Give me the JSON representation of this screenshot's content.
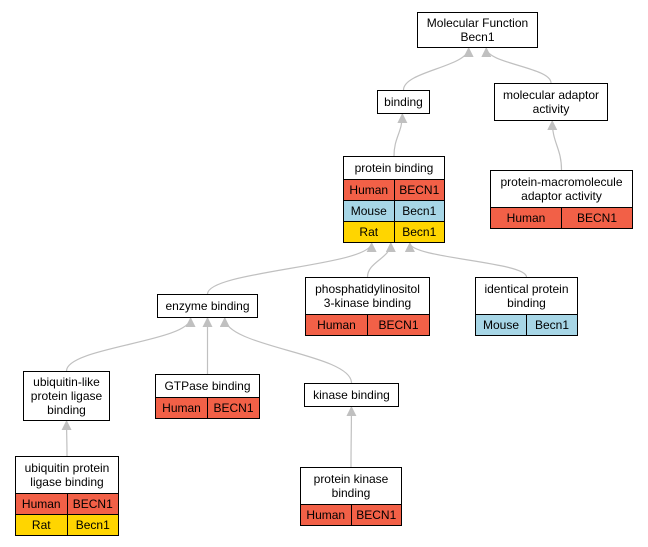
{
  "colors": {
    "human": "#f26047",
    "mouse": "#a7d6e6",
    "rat": "#ffd500",
    "edge": "#c0c0c0"
  },
  "nodes": {
    "molecular_function": {
      "title": "Molecular Function\nBecn1",
      "rows": []
    },
    "binding": {
      "title": "binding",
      "rows": []
    },
    "molecular_adaptor_activity": {
      "title": "molecular adaptor\nactivity",
      "rows": []
    },
    "protein_binding": {
      "title": "protein binding",
      "rows": [
        {
          "species": "Human",
          "gene": "BECN1"
        },
        {
          "species": "Mouse",
          "gene": "Becn1"
        },
        {
          "species": "Rat",
          "gene": "Becn1"
        }
      ]
    },
    "protein_macromolecule_adaptor_activity": {
      "title": "protein-macromolecule\nadaptor activity",
      "rows": [
        {
          "species": "Human",
          "gene": "BECN1"
        }
      ]
    },
    "enzyme_binding": {
      "title": "enzyme binding",
      "rows": []
    },
    "pi3k_binding": {
      "title": "phosphatidylinositol\n3-kinase binding",
      "rows": [
        {
          "species": "Human",
          "gene": "BECN1"
        }
      ]
    },
    "identical_protein_binding": {
      "title": "identical protein\nbinding",
      "rows": [
        {
          "species": "Mouse",
          "gene": "Becn1"
        }
      ]
    },
    "ubiquitin_like_protein_ligase_binding": {
      "title": "ubiquitin-like\nprotein ligase\nbinding",
      "rows": []
    },
    "gtpase_binding": {
      "title": "GTPase binding",
      "rows": [
        {
          "species": "Human",
          "gene": "BECN1"
        }
      ]
    },
    "kinase_binding": {
      "title": "kinase binding",
      "rows": []
    },
    "ubiquitin_protein_ligase_binding": {
      "title": "ubiquitin protein\nligase binding",
      "rows": [
        {
          "species": "Human",
          "gene": "BECN1"
        },
        {
          "species": "Rat",
          "gene": "Becn1"
        }
      ]
    },
    "protein_kinase_binding": {
      "title": "protein kinase\nbinding",
      "rows": [
        {
          "species": "Human",
          "gene": "BECN1"
        }
      ]
    }
  },
  "edges": [
    {
      "from": "binding",
      "to": "molecular_function"
    },
    {
      "from": "molecular_adaptor_activity",
      "to": "molecular_function"
    },
    {
      "from": "protein_binding",
      "to": "binding"
    },
    {
      "from": "protein_macromolecule_adaptor_activity",
      "to": "molecular_adaptor_activity"
    },
    {
      "from": "enzyme_binding",
      "to": "protein_binding"
    },
    {
      "from": "pi3k_binding",
      "to": "protein_binding"
    },
    {
      "from": "identical_protein_binding",
      "to": "protein_binding"
    },
    {
      "from": "ubiquitin_like_protein_ligase_binding",
      "to": "enzyme_binding"
    },
    {
      "from": "gtpase_binding",
      "to": "enzyme_binding"
    },
    {
      "from": "kinase_binding",
      "to": "enzyme_binding"
    },
    {
      "from": "ubiquitin_protein_ligase_binding",
      "to": "ubiquitin_like_protein_ligase_binding"
    },
    {
      "from": "protein_kinase_binding",
      "to": "kinase_binding"
    }
  ]
}
